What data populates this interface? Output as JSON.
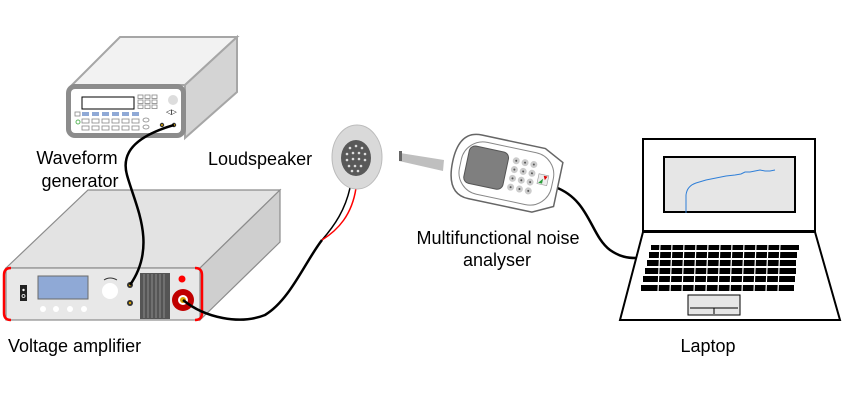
{
  "labels": {
    "waveform_generator": [
      "Waveform",
      "generator"
    ],
    "loudspeaker": "Loudspeaker",
    "noise_analyser": [
      "Multifunctional noise",
      "analyser"
    ],
    "voltage_amplifier": "Voltage amplifier",
    "laptop": "Laptop"
  },
  "colors": {
    "device_grey": "#e3e3e3",
    "panel_blue": "#8fa9d6",
    "terminal_red": "#c00000",
    "bracket_red": "#ff0000",
    "plot_line": "#2f7fd8"
  }
}
